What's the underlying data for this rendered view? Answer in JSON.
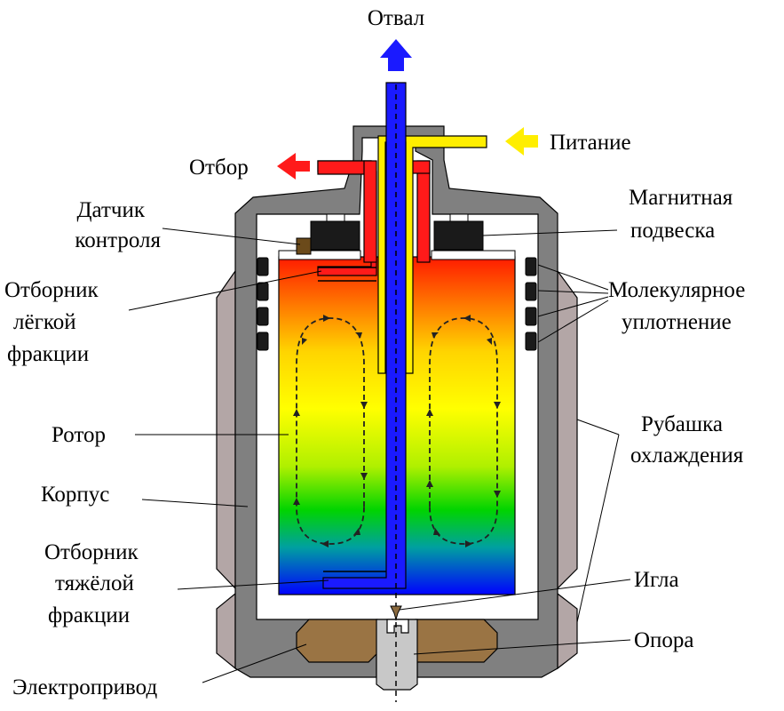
{
  "labels": {
    "otval": "Отвал",
    "pitanie": "Питание",
    "otbor": "Отбор",
    "datchik_l1": "Датчик",
    "datchik_l2": "контроля",
    "magnit_l1": "Магнитная",
    "magnit_l2": "подвеска",
    "otb_light_l1": "Отборник",
    "otb_light_l2": "лёгкой",
    "otb_light_l3": "фракции",
    "mol_l1": "Молекулярное",
    "mol_l2": "уплотнение",
    "rotor": "Ротор",
    "rub_l1": "Рубашка",
    "rub_l2": "охлаждения",
    "korpus": "Корпус",
    "otb_heavy_l1": "Отборник",
    "otb_heavy_l2": "тяжёлой",
    "otb_heavy_l3": "фракции",
    "igla": "Игла",
    "opora": "Опора",
    "elektroprivod": "Электропривод"
  },
  "colors": {
    "otval_arrow": "#1a1aff",
    "otbor_arrow": "#ff1a1a",
    "pitanie_arrow": "#ffee00",
    "housing": "#808080",
    "jacket": "#b3a6a6",
    "opora": "#9a7444",
    "needle": "#8b6a3e",
    "seal": "#1a1a1a"
  }
}
